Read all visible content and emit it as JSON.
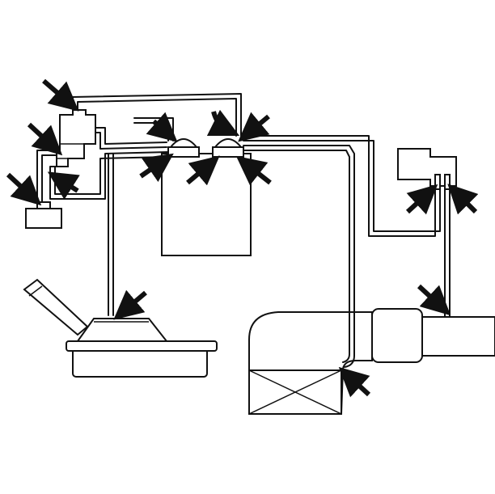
{
  "diagram": {
    "background": "#ffffff",
    "line_color": "#111111",
    "components": [
      "vacuum-valve",
      "vacuum-connector",
      "canister",
      "canister-port-left",
      "canister-port-right",
      "purge-solenoid",
      "fuel-tank",
      "fuel-filler-neck",
      "air-cleaner-elbow",
      "throttle-body"
    ],
    "callout_arrow_count": 15
  }
}
